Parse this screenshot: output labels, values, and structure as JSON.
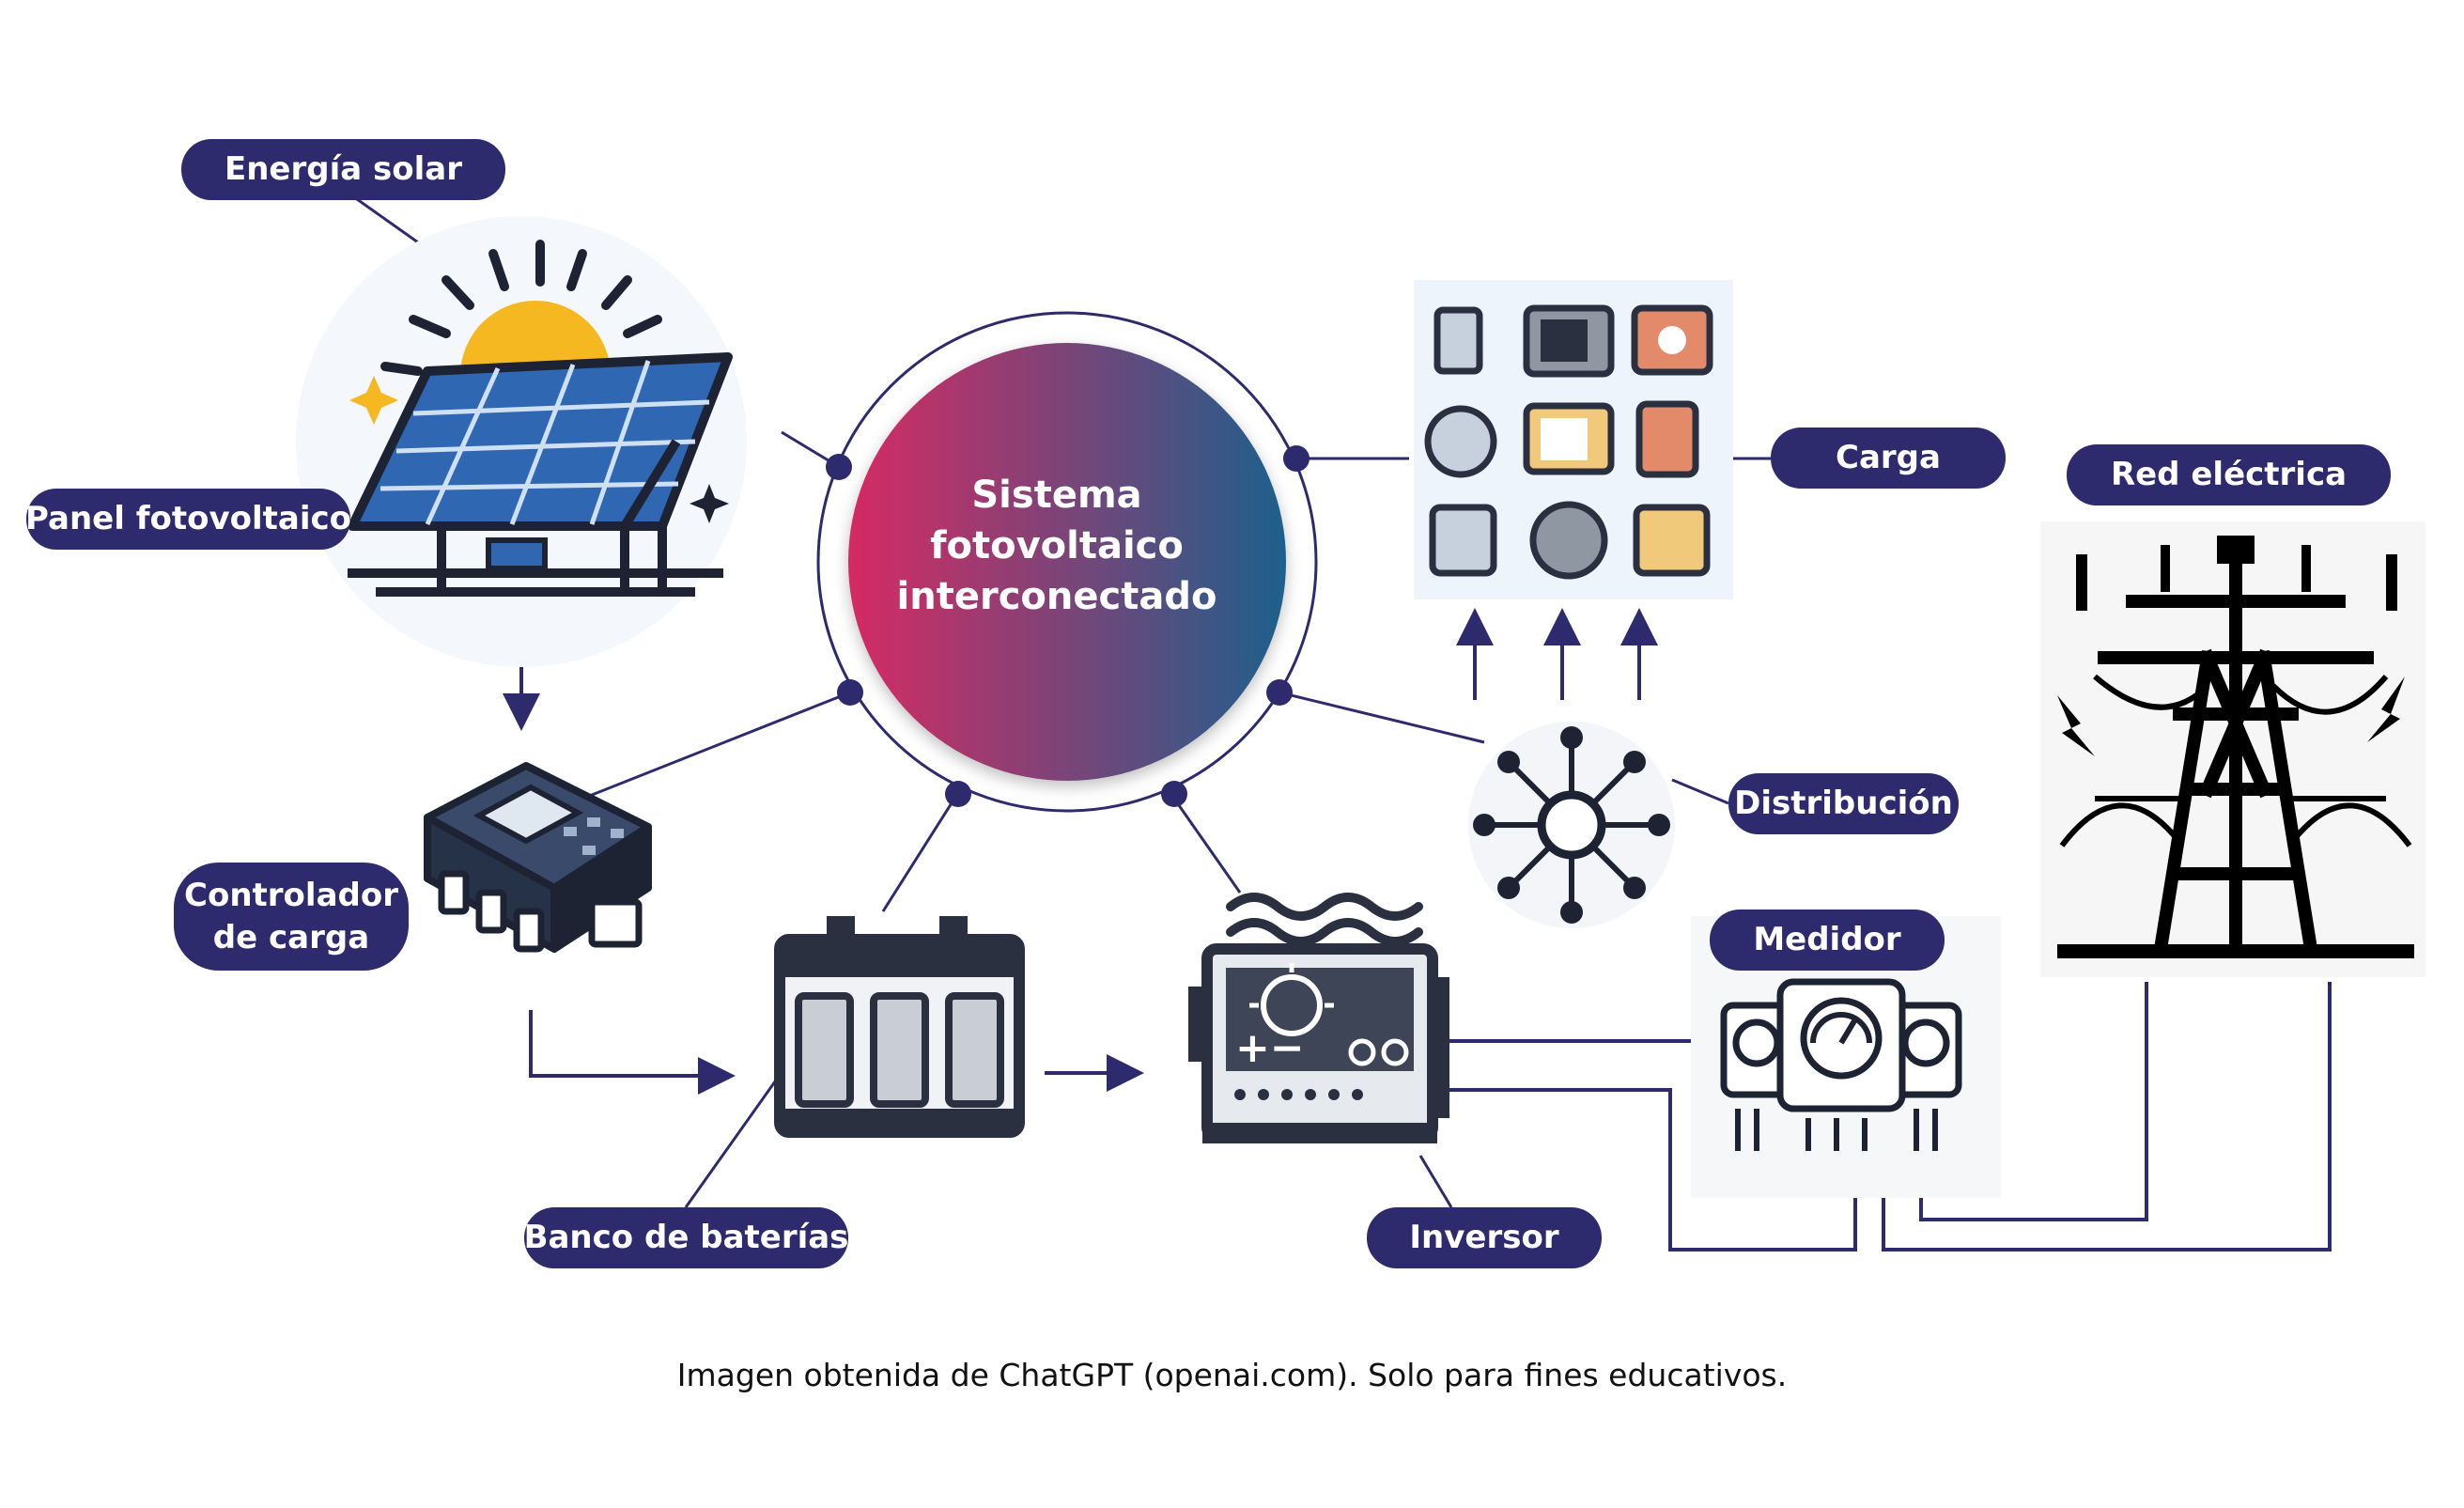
{
  "hub": {
    "lines": [
      "Sistema",
      "fotovoltaico",
      "interconectado"
    ]
  },
  "labels": {
    "solar_energy": "Energía solar",
    "pv_panel": "Panel fotovoltaico",
    "charge_controller_line1": "Controlador",
    "charge_controller_line2": "de carga",
    "battery_bank": "Banco de baterías",
    "inverter": "Inversor",
    "load": "Carga",
    "distribution": "Distribución",
    "meter": "Medidor",
    "grid": "Red eléctrica"
  },
  "caption": "Imagen obtenida de ChatGPT (openai.com). Solo para fines educativos.",
  "colors": {
    "navy": "#2e2a6e",
    "hub_gradient_start": "#d62a63",
    "hub_gradient_end": "#1e5f8c",
    "sun": "#f5b820",
    "panel_blue": "#2f67b3",
    "icon_dark": "#2b3040"
  },
  "icons": [
    "solar-panel-icon",
    "charge-controller-icon",
    "battery-bank-icon",
    "inverter-icon",
    "appliances-grid-icon",
    "distribution-icon",
    "meter-icon",
    "power-tower-icon"
  ]
}
